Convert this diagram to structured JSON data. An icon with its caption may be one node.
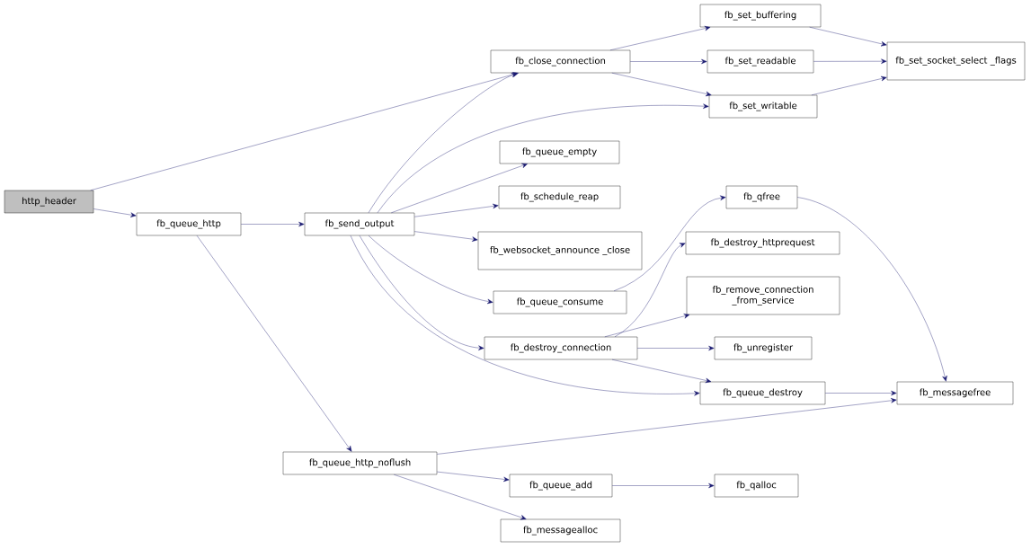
{
  "diagram": {
    "nodes": [
      {
        "text": [
          "http_header"
        ]
      },
      {
        "text": [
          "fb_close_connection"
        ]
      },
      {
        "text": [
          "fb_set_buffering"
        ]
      },
      {
        "text": [
          "fb_set_readable"
        ]
      },
      {
        "text": [
          "fb_set_socket_select _flags"
        ]
      },
      {
        "text": [
          "fb_set_writable"
        ]
      },
      {
        "text": [
          "fb_queue_http"
        ]
      },
      {
        "text": [
          "fb_send_output"
        ]
      },
      {
        "text": [
          "fb_queue_empty"
        ]
      },
      {
        "text": [
          "fb_schedule_reap"
        ]
      },
      {
        "text": [
          "fb_websocket_announce _close"
        ]
      },
      {
        "text": [
          "fb_qfree"
        ]
      },
      {
        "text": [
          "fb_destroy_httprequest"
        ]
      },
      {
        "text": [
          "fb_queue_consume"
        ]
      },
      {
        "text": [
          "fb_remove_connection _from_service"
        ]
      },
      {
        "text": [
          "fb_destroy_connection"
        ]
      },
      {
        "text": [
          "fb_unregister"
        ]
      },
      {
        "text": [
          "fb_queue_destroy"
        ]
      },
      {
        "text": [
          "fb_messagefree"
        ]
      },
      {
        "text": [
          "fb_queue_http_noflush"
        ]
      },
      {
        "text": [
          "fb_queue_add"
        ]
      },
      {
        "text": [
          "fb_qalloc"
        ]
      },
      {
        "text": [
          "fb_messagealloc"
        ]
      }
    ],
    "edges": [
      {
        "from": 0,
        "to": 1,
        "arrow": "to"
      },
      {
        "from": 0,
        "to": 6,
        "arrow": "to"
      },
      {
        "from": 1,
        "to": 2,
        "arrow": "to"
      },
      {
        "from": 1,
        "to": 3,
        "arrow": "to"
      },
      {
        "from": 1,
        "to": 5,
        "arrow": "to"
      },
      {
        "from": 2,
        "to": 4,
        "arrow": "to"
      },
      {
        "from": 3,
        "to": 4,
        "arrow": "to"
      },
      {
        "from": 5,
        "to": 4,
        "arrow": "to"
      },
      {
        "from": 6,
        "to": 7,
        "arrow": "to"
      },
      {
        "from": 6,
        "to": 19,
        "arrow": "to"
      },
      {
        "from": 7,
        "to": 1,
        "arrow": "to"
      },
      {
        "from": 7,
        "to": 5,
        "arrow": "to"
      },
      {
        "from": 7,
        "to": 8,
        "arrow": "to"
      },
      {
        "from": 7,
        "to": 9,
        "arrow": "to"
      },
      {
        "from": 7,
        "to": 10,
        "arrow": "to"
      },
      {
        "from": 7,
        "to": 13,
        "arrow": "to"
      },
      {
        "from": 7,
        "to": 15,
        "arrow": "to"
      },
      {
        "from": 7,
        "to": 17,
        "arrow": "to"
      },
      {
        "from": 13,
        "to": 11,
        "arrow": "to"
      },
      {
        "from": 11,
        "to": 18,
        "arrow": "to"
      },
      {
        "from": 15,
        "to": 12,
        "arrow": "to"
      },
      {
        "from": 15,
        "to": 14,
        "arrow": "to"
      },
      {
        "from": 15,
        "to": 16,
        "arrow": "to"
      },
      {
        "from": 15,
        "to": 17,
        "arrow": "to"
      },
      {
        "from": 17,
        "to": 18,
        "arrow": "to"
      },
      {
        "from": 19,
        "to": 18,
        "arrow": "to"
      },
      {
        "from": 19,
        "to": 20,
        "arrow": "to"
      },
      {
        "from": 19,
        "to": 22,
        "arrow": "to"
      },
      {
        "from": 20,
        "to": 21,
        "arrow": "to"
      }
    ]
  }
}
